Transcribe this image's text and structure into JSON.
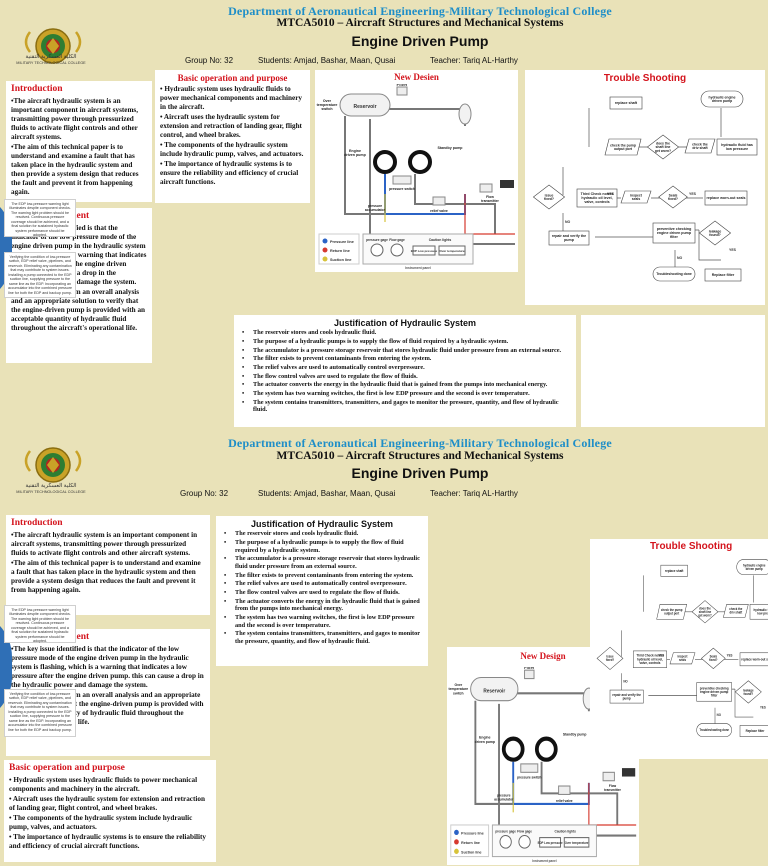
{
  "copies": [
    {
      "department": "Department of Aeronautical Engineering-Military Technological College",
      "course": "MTCA5010 – Aircraft Structures and Mechanical Systems",
      "title": "Engine Driven Pump",
      "group": "Group No: 32",
      "students": "Students: Amjad, Bashar, Maan, Qusai",
      "teacher": "Teacher: Tariq AL-Harthy"
    },
    {
      "department": "Department of Aeronautical Engineering-Military Technological College",
      "course": "MTCA5010 – Aircraft Structures and Mechanical Systems",
      "title": "Engine Driven Pump",
      "group": "Group No: 32",
      "students": "Students: Amjad, Bashar, Maan, Qusai",
      "teacher": "Teacher: Tariq AL-Harthy"
    }
  ],
  "logo": {
    "arabic": "الكلية العسكرية التقنية",
    "english": "MILITARY TECHNOLOGICAL COLLEGE",
    "colors": {
      "gold": "#c9a227",
      "red": "#b3261e",
      "green": "#2e7d32"
    }
  },
  "introduction": {
    "heading": "Introduction",
    "p1": "•The aircraft hydraulic system is an important component in aircraft systems, transmitting power through pressurized fluids to activate flight controls and other aircraft systems.",
    "p2": "•The aim of this technical paper is to understand and examine a fault that has taken place in the hydraulic system and then provide a system design that reduces the fault and prevent it from happening again."
  },
  "problem": {
    "heading": "Problem Statement",
    "p1": "•The key issue identified is that the indicator of the low pressure mode of the engine driven pump in the hydraulic system is flashing, which is a warning that indicates a low pressure after the engine driven pump. this can cause a drop in the hydraulic power and damage the system.",
    "p2": "•The aim is to perform an overall analysis and an appropriate solution to verify that the engine-driven pump is provided with an acceptable quantity of hydraulic fluid throughout the aircraft's operational life."
  },
  "popup_top": "The EDP low-pressure warning light illuminates despite component checks. The warning light problem should be resolved. Continuous pressure coverage should be achieved, and a final solution for sustained hydraulic system performance should be adopted.",
  "popup_bottom": "Verifying the condition of low-pressure switch, EDP relief valve, pipelines, and reservoir. Eliminating any contamination that may contribute to system issues. Installing a pump connected to the EDP suction line, supplying pressure to the same line as the EDP. Incorporating an accumulator into the combined pressure line for both the EDP and backup pump.",
  "basic": {
    "heading": "Basic operation and purpose",
    "items": [
      "• Hydraulic system uses hydraulic fluids to power mechanical components and machinery in the aircraft.",
      "• Aircraft uses the hydraulic system for extension and retraction of landing gear, flight control, and wheel brakes.",
      "• The components of the hydraulic system include hydraulic pump, valves, and actuators.",
      "• The importance of hydraulic systems is to ensure the reliability and efficiency of crucial aircraft functions."
    ]
  },
  "justification": {
    "heading": "Justification of Hydraulic System",
    "items": [
      "The reservoir stores and cools hydraulic fluid.",
      "The purpose of a hydraulic pumps is to supply the flow of fluid required by a hydraulic system.",
      "The accumulator is a pressure storage reservoir that stores hydraulic fluid under pressure from an external source.",
      "The filter exists to prevent contaminants from entering the system.",
      "The relief valves are used to automatically control overpressure.",
      "The flow control valves are used to regulate the flow of fluids.",
      "The actuator converts the energy in the hydraulic fluid that is gained from the pumps into mechanical energy.",
      "The system has two warning switches, the first is low EDP pressure and the second is over temperature.",
      "The system contains transmitters, transmitters, and gages to monitor the pressure, quantity, and flow of hydraulic fluid."
    ]
  },
  "new_design": {
    "heading": "New Desien",
    "heading_b": "New Design",
    "labels": {
      "filter": "Filter",
      "reservoir": "Reservoir",
      "temp_switch": "Over temperature switch",
      "edp": "Engine driven pump",
      "pressure_switch": "pressure switch",
      "accumulator": "pressure accumulator",
      "backup": "Standby pump",
      "relief": "relief valve",
      "flow": "Flow transmitter",
      "press_gage": "pressure gage",
      "flow_gage": "Flow gage",
      "edp_low": "EDP Low pressure",
      "over_temp": "Over temperature",
      "warning": "Caution lights",
      "instrument": "Instrument panel"
    },
    "legend": [
      "Pressure line",
      "Return line",
      "Suction line"
    ],
    "colors": {
      "pressure": "#2b63c6",
      "return": "#d63a2f",
      "suction": "#d7c33a",
      "line": "#777777"
    }
  },
  "trouble": {
    "heading": "Trouble Shooting",
    "nodes": {
      "replace_shaft": "replace shaft",
      "hydraulic_filter": "hydraulic engine driven pump",
      "check_pump": "check the pump output port",
      "shaft_ok": "does the shaft line get worn?",
      "check_driv": "check the driv shaft",
      "hyd_fluid": "hydraulic fluid has low pressure",
      "issue_fixed": "issue fixed?",
      "third_check": "Third Check norms hydraulic oil level, valve, controls",
      "inspect_seals": "inspect seals",
      "seals_ok": "Seals fixed?",
      "replace_seals": "replace worn-out seals",
      "repair_verify": "repair and verify the pump",
      "preventive": "preventive checking engine driven pump filter",
      "leakage": "leakage found?",
      "troubleshoot_done": "Troubleshooting done",
      "replace_filter": "Replace filter"
    },
    "yes": "YES",
    "no": "NO"
  }
}
